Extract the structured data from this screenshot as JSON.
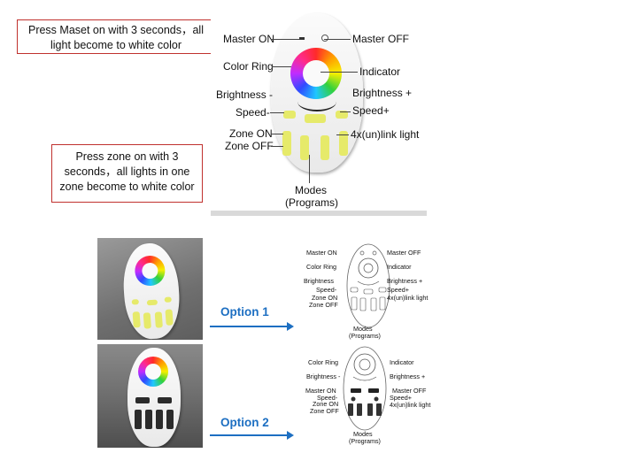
{
  "notes": {
    "master": "Press Maset on with 3 seconds，all light become to white color",
    "zone": "Press zone on with 3 seconds，all lights in one zone become to white color"
  },
  "top_labels": {
    "master_on": "Master ON",
    "master_off": "Master OFF",
    "color_ring": "Color Ring",
    "indicator": "Indicator",
    "brightness_minus": "Brightness -",
    "brightness_plus": "Brightness +",
    "speed_minus": "Speed-",
    "speed_plus": "Speed+",
    "zone_on": "Zone ON",
    "zone_off": "Zone OFF",
    "link_light": "4x(un)link light",
    "modes_line1": "Modes",
    "modes_line2": "(Programs)"
  },
  "option1": {
    "label": "Option 1",
    "labels": {
      "master_on": "Master ON",
      "master_off": "Master OFF",
      "color_ring": "Color Ring",
      "indicator": "Indicator",
      "brightness": "Brightness",
      "brightness_plus": "Brightness +",
      "speed_minus": "Speed-",
      "speed_plus": "Speed+",
      "zone_on": "Zone ON",
      "zone_off": "Zone OFF",
      "link_light": "4x(un)link light",
      "modes_line1": "Modes",
      "modes_line2": "(Programs)"
    }
  },
  "option2": {
    "label": "Option 2",
    "labels": {
      "color_ring": "Color Ring",
      "indicator": "Indicator",
      "brightness_minus": "Brightness -",
      "brightness_plus": "Brightness +",
      "master_on": "Master ON",
      "master_off": "Master OFF",
      "speed_minus": "Speed-",
      "speed_plus": "Speed+",
      "zone_on": "Zone ON",
      "zone_off": "Zone OFF",
      "link_light": "4x(un)link light",
      "modes_line1": "Modes",
      "modes_line2": "(Programs)"
    }
  },
  "colors": {
    "note_border": "#c0312e",
    "option_blue": "#1d6fc2",
    "button_yellow": "#e6ea6a"
  }
}
